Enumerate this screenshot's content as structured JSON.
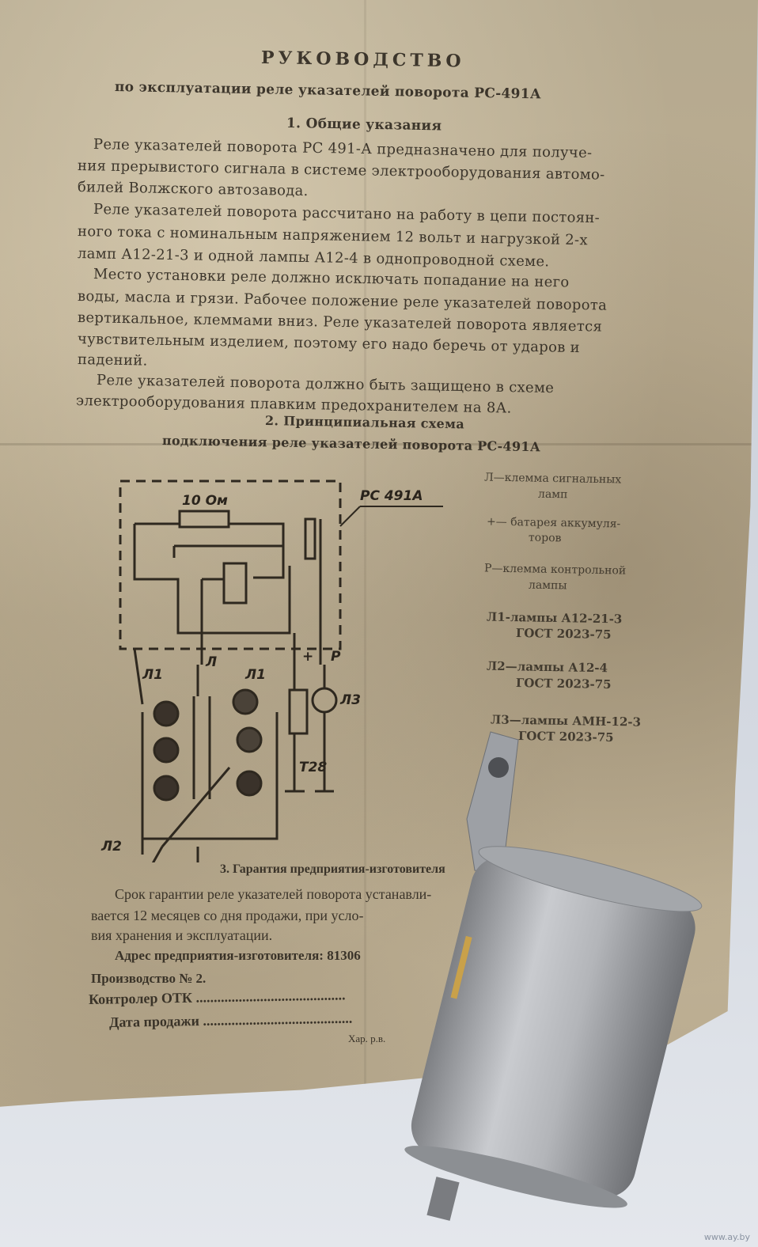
{
  "document": {
    "title": "РУКОВОДСТВО",
    "subtitle": "по эксплуатации реле указателей поворота РС-491А",
    "section1": {
      "heading": "1. Общие указания",
      "lines": [
        "Реле указателей поворота РС 491-А предназначено для получе-",
        "ния прерывистого сигнала в системе электрооборудования автомо-",
        "билей Волжского автозавода.",
        "Реле указателей поворота рассчитано на работу в цепи постоян-",
        "ного тока с номинальным напряжением 12 вольт и нагрузкой 2-х",
        "ламп А12-21-3 и одной лампы А12-4 в однопроводной схеме.",
        "Место установки реле должно исключать попадание на него",
        "воды, масла и грязи. Рабочее положение реле указателей поворота",
        "вертикальное, клеммами вниз. Реле указателей поворота является",
        "чувствительным изделием, поэтому его надо беречь от ударов и",
        "падений.",
        "Реле указателей поворота должно быть защищено в схеме",
        "электрооборудования плавким предохранителем на 8А."
      ]
    },
    "section2": {
      "heading": "2. Принципиальная схема",
      "subheading": "подключения реле указателей поворота РС-491А",
      "diagram_labels": {
        "resistor": "10 Ом",
        "relay": "РС 491А",
        "terminal_l": "Л",
        "terminal_plus": "+",
        "terminal_p": "Р",
        "lamp_l1_left": "Л1",
        "lamp_l1_right": "Л1",
        "lamp_l2": "Л2",
        "lamp_l3": "Л3",
        "fuse": "Т28"
      },
      "legend": [
        [
          "Л—клемма сигнальных",
          "ламп"
        ],
        [
          "+— батарея аккумуля-",
          "торов"
        ],
        [
          "Р—клемма контрольной",
          "лампы"
        ],
        [
          "Л1-лампы А12-21-3",
          "ГОСТ 2023-75"
        ],
        [
          "Л2—лампы А12-4",
          "ГОСТ 2023-75"
        ],
        [
          "Л3—лампы АМН-12-3",
          "ГОСТ 2023-75"
        ]
      ]
    },
    "section3": {
      "heading": "3. Гарантия предприятия-изготовителя",
      "lines": [
        "Срок гарантии реле указателей поворота устанавли-",
        "вается 12 месяцев со дня продажи, при усло-",
        "вия хранения и эксплуатации.",
        "Адрес предприятия-изготовителя: 81306"
      ],
      "production": "Производство № 2.",
      "inspector": "Контролер ОТК ..........................................",
      "sale_date": "Дата продажи ..........................................",
      "print_mark": "Хар. р.в."
    }
  },
  "watermark": "www.ay.by"
}
